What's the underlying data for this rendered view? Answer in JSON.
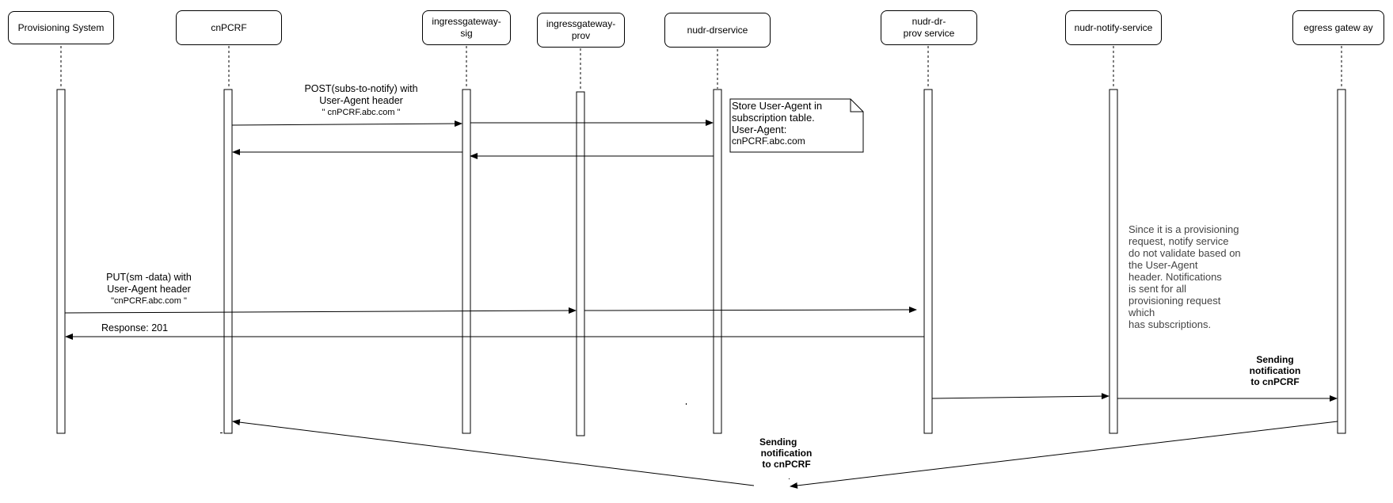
{
  "participants": [
    {
      "id": "prov",
      "lines": [
        "Provisioning System"
      ]
    },
    {
      "id": "cnpcrf",
      "lines": [
        "cnPCRF"
      ]
    },
    {
      "id": "igw_sig",
      "lines": [
        "ingressgateway-",
        "sig"
      ]
    },
    {
      "id": "igw_prov",
      "lines": [
        "ingressgateway-",
        "prov"
      ]
    },
    {
      "id": "nudr_dr",
      "lines": [
        "nudr-drservice"
      ]
    },
    {
      "id": "nudr_prov",
      "lines": [
        "nudr-dr-",
        "prov service"
      ]
    },
    {
      "id": "nudr_notify",
      "lines": [
        "nudr-notify-service"
      ]
    },
    {
      "id": "egress",
      "lines": [
        "egress gatew ay"
      ]
    }
  ],
  "messages": {
    "post": [
      "POST(subs-to-notify) with",
      "User-Agent header",
      "\" cnPCRF.abc.com \""
    ],
    "put": [
      "PUT(sm -data) with",
      "User-Agent header",
      "\"cnPCRF.abc.com  \""
    ],
    "response": "Response: 201",
    "sending_right": [
      "Sending",
      "notification",
      "to cnPCRF"
    ],
    "sending_bottom": [
      "Sending",
      "notification",
      "to cnPCRF"
    ]
  },
  "notes": {
    "store": [
      "Store User-Agent in",
      "subscription table.",
      "User-Agent:",
      "cnPCRF.abc.com"
    ],
    "provisioning": [
      "Since it is a provisioning",
      "request, notify service",
      "do not validate based on",
      "the User-Agent",
      "header. Notifications",
      "is sent for all",
      "provisioning request",
      "which",
      "has subscriptions."
    ]
  }
}
